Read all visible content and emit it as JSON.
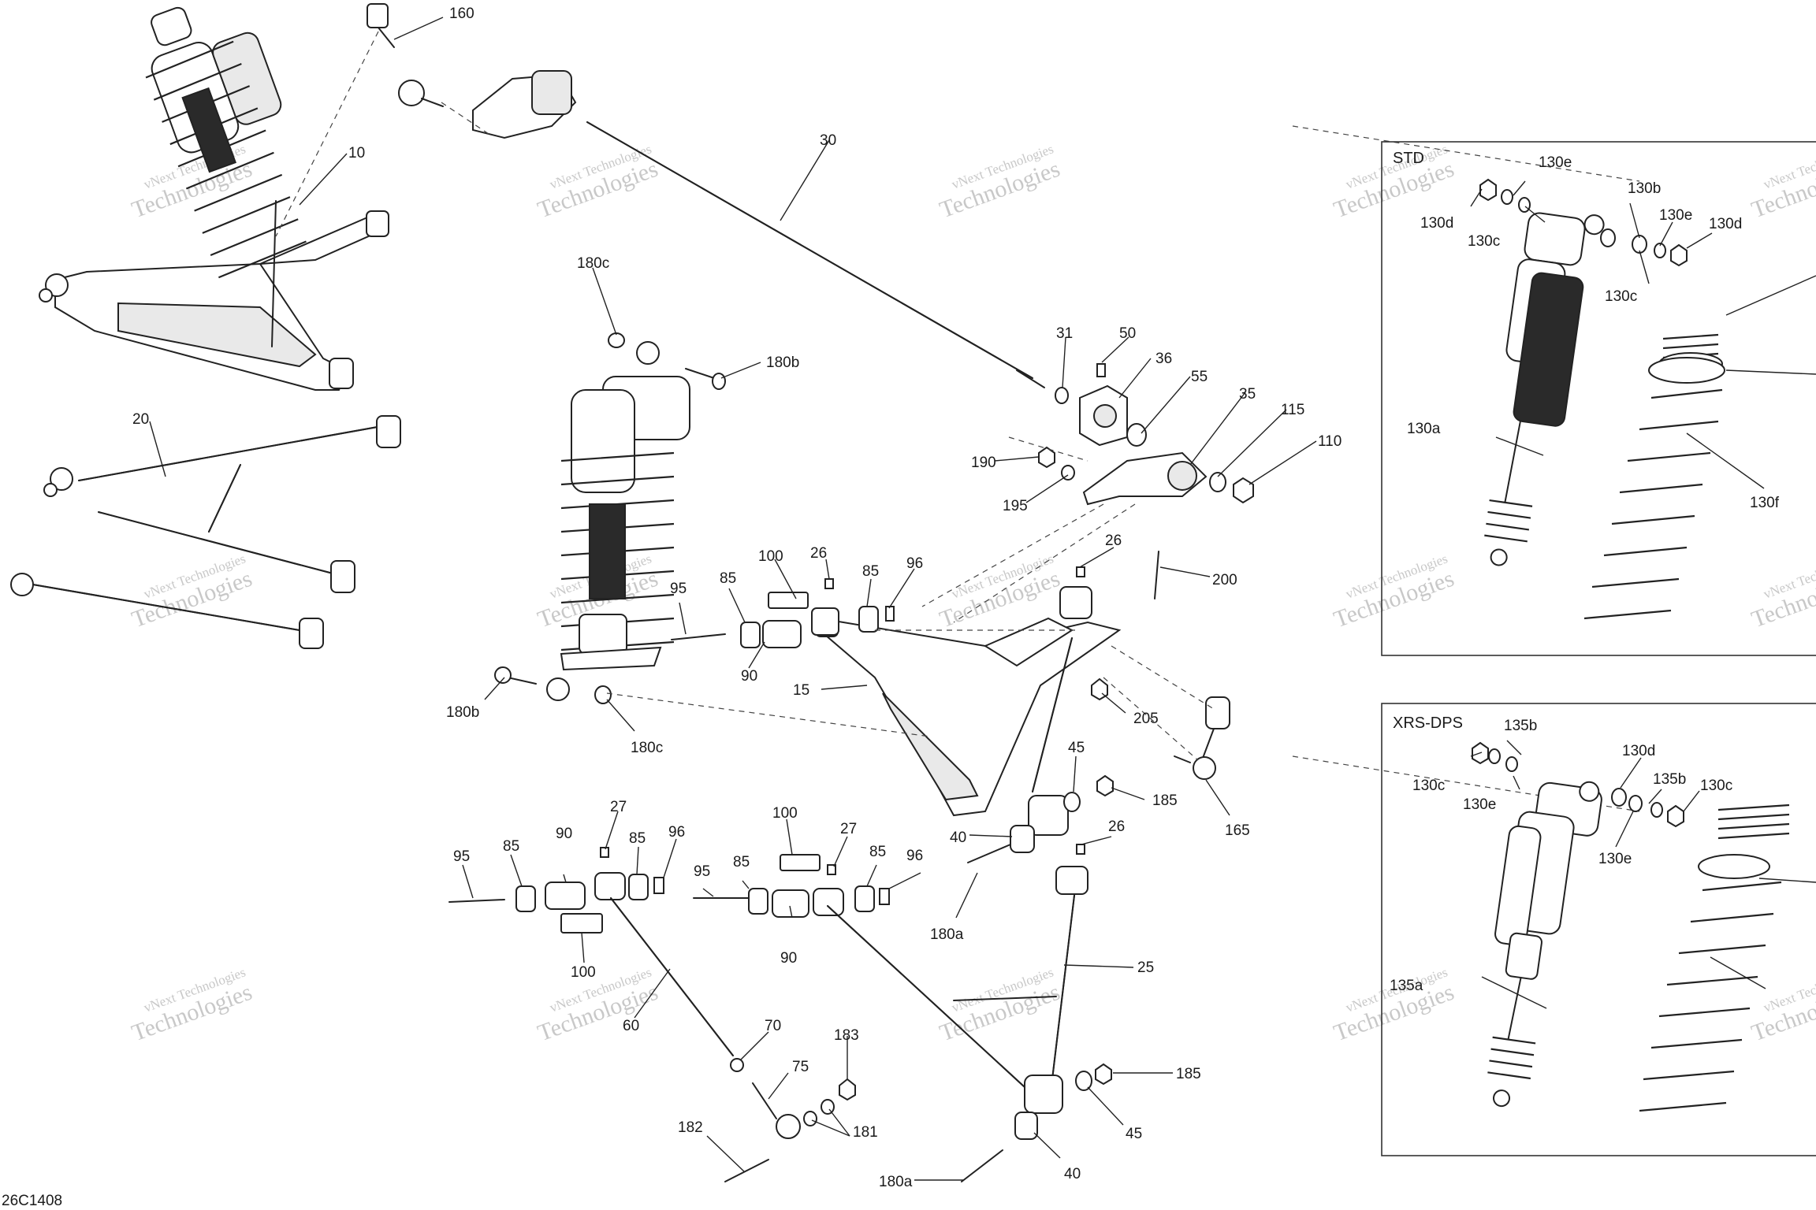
{
  "diagram_code": "26C1408",
  "watermark": {
    "line1": "vNext Technologies",
    "line2": "Technologies"
  },
  "boxes": [
    {
      "title": "STD"
    },
    {
      "title": "XRS-DPS"
    }
  ],
  "labels": {
    "l160": "160",
    "l10": "10",
    "l30": "30",
    "l20": "20",
    "l180c_top": "180c",
    "l180b_top": "180b",
    "l31": "31",
    "l50": "50",
    "l36": "36",
    "l55": "55",
    "l35": "35",
    "l115": "115",
    "l110": "110",
    "l190": "190",
    "l195": "195",
    "l26_a": "26",
    "l200": "200",
    "l100_a": "100",
    "l26_b": "26",
    "l85_a": "85",
    "l96_a": "96",
    "l95_a": "95",
    "l85_b": "85",
    "l90_a": "90",
    "l15": "15",
    "l205": "205",
    "l180b_bot": "180b",
    "l180c_bot": "180c",
    "l45_a": "45",
    "l185_a": "185",
    "l165": "165",
    "l40_a": "40",
    "l27_a": "27",
    "l100_b": "100",
    "l27_b": "27",
    "l26_c": "26",
    "l95_b": "95",
    "l85_c": "85",
    "l90_b": "90",
    "l85_d": "85",
    "l96_b": "96",
    "l95_c": "95",
    "l85_e": "85",
    "l85_f": "85",
    "l96_c": "96",
    "l180a_a": "180a",
    "l90_c": "90",
    "l25": "25",
    "l100_c": "100",
    "l60": "60",
    "l70": "70",
    "l183": "183",
    "l75": "75",
    "l181": "181",
    "l182": "182",
    "l185_b": "185",
    "l45_b": "45",
    "l40_b": "40",
    "l180a_b": "180a",
    "s130e_a": "130e",
    "s130b": "130b",
    "s130d_a": "130d",
    "s130c_a": "130c",
    "s130e_b": "130e",
    "s130d_b": "130d",
    "s130c_b": "130c",
    "s130a": "130a",
    "s130f": "130f",
    "x135b_a": "135b",
    "x130d": "130d",
    "x130c_a": "130c",
    "x130e_a": "130e",
    "x135b_b": "135b",
    "x130c_b": "130c",
    "x130e_b": "130e",
    "x135a": "135a"
  }
}
